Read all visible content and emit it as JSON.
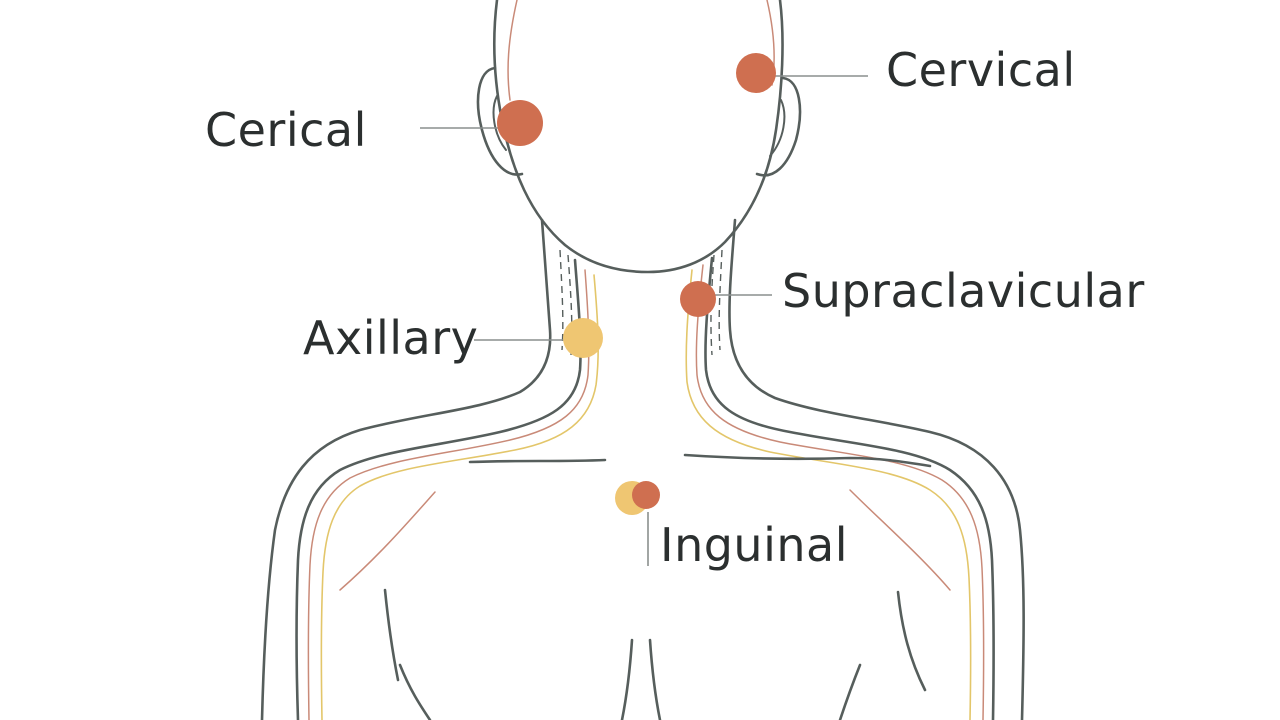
{
  "labels": {
    "cervical_left": "Cerical",
    "cervical_right": "Cervical",
    "supraclavicular": "Supraclavicular",
    "axillary": "Axillary",
    "inguinal": "Inguinal"
  },
  "colors": {
    "node_red": "#cf6f50",
    "node_yellow": "#efc672",
    "outline": "#565e5c",
    "vessel_red": "#c98a78",
    "vessel_yellow": "#e3c66a",
    "text": "#2b2f2f"
  }
}
